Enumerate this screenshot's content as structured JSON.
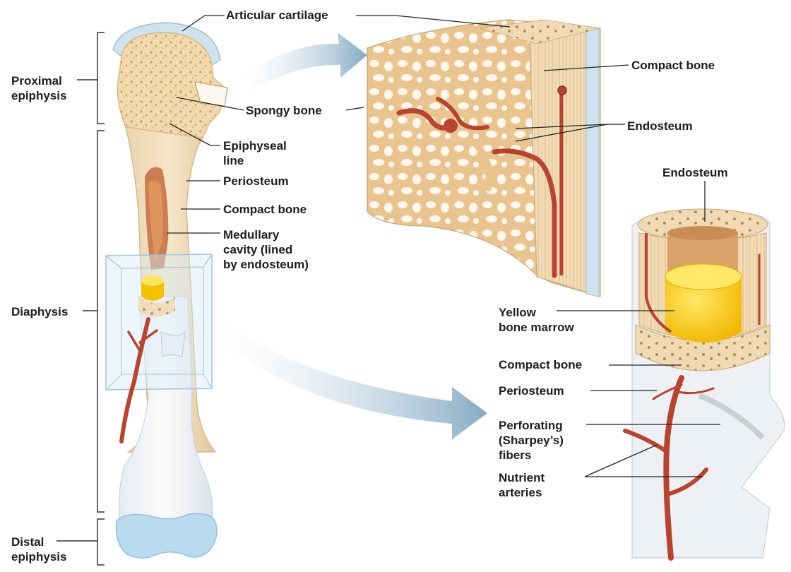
{
  "labels": {
    "articular_cartilage": "Articular cartilage",
    "proximal_epiphysis": [
      "Proximal",
      "epiphysis"
    ],
    "spongy_bone": "Spongy bone",
    "epiphyseal_line": [
      "Epiphyseal",
      "line"
    ],
    "periosteum_left": "Periosteum",
    "compact_bone_left": "Compact bone",
    "medullary_cavity": [
      "Medullary",
      "cavity (lined",
      "by endosteum)"
    ],
    "diaphysis": "Diaphysis",
    "distal_epiphysis": [
      "Distal",
      "epiphysis"
    ],
    "compact_bone_top": "Compact bone",
    "endosteum_top": "Endosteum",
    "endosteum_right": "Endosteum",
    "yellow_bone_marrow": [
      "Yellow",
      "bone marrow"
    ],
    "compact_bone_right": "Compact bone",
    "periosteum_right": "Periosteum",
    "perforating_fibers": [
      "Perforating",
      "(Sharpey’s)",
      "fibers"
    ],
    "nutrient_arteries": [
      "Nutrient",
      "arteries"
    ]
  }
}
